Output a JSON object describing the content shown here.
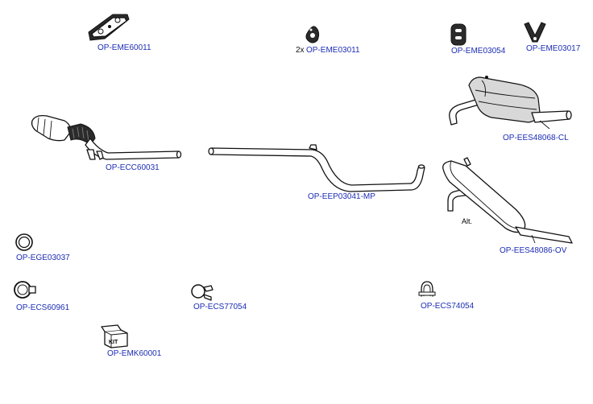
{
  "colors": {
    "label": "#1c2db4",
    "outline": "#111111",
    "background": "#ffffff"
  },
  "parts": [
    {
      "id": "eme60011",
      "label": "OP-EME60011",
      "icon": "exhaust-mount-bracket-icon"
    },
    {
      "id": "eme03011",
      "label": "OP-EME03011",
      "quantity": "2x",
      "icon": "rubber-hanger-icon"
    },
    {
      "id": "eme03054",
      "label": "OP-EME03054",
      "icon": "rubber-mount-icon"
    },
    {
      "id": "eme03017",
      "label": "OP-EME03017",
      "icon": "v-hanger-icon"
    },
    {
      "id": "ees48068",
      "label": "OP-EES48068-CL",
      "icon": "rear-silencer-icon"
    },
    {
      "id": "ecc60031",
      "label": "OP-ECC60031",
      "icon": "catalytic-converter-icon"
    },
    {
      "id": "eep03041",
      "label": "OP-EEP03041-MP",
      "icon": "middle-pipe-icon"
    },
    {
      "id": "ees48086",
      "label": "OP-EES48086-OV",
      "icon": "alternative-silencer-icon",
      "note": "Alt."
    },
    {
      "id": "ege03037",
      "label": "OP-EGE03037",
      "icon": "gasket-ring-icon"
    },
    {
      "id": "ecs60961",
      "label": "OP-ECS60961",
      "icon": "clamp-icon"
    },
    {
      "id": "ecs77054",
      "label": "OP-ECS77054",
      "icon": "clamp-icon"
    },
    {
      "id": "ecs74054",
      "label": "OP-ECS74054",
      "icon": "u-clamp-icon"
    },
    {
      "id": "emk60001",
      "label": "OP-EMK60001",
      "icon": "mounting-kit-icon",
      "kit_text": "KIT"
    }
  ]
}
